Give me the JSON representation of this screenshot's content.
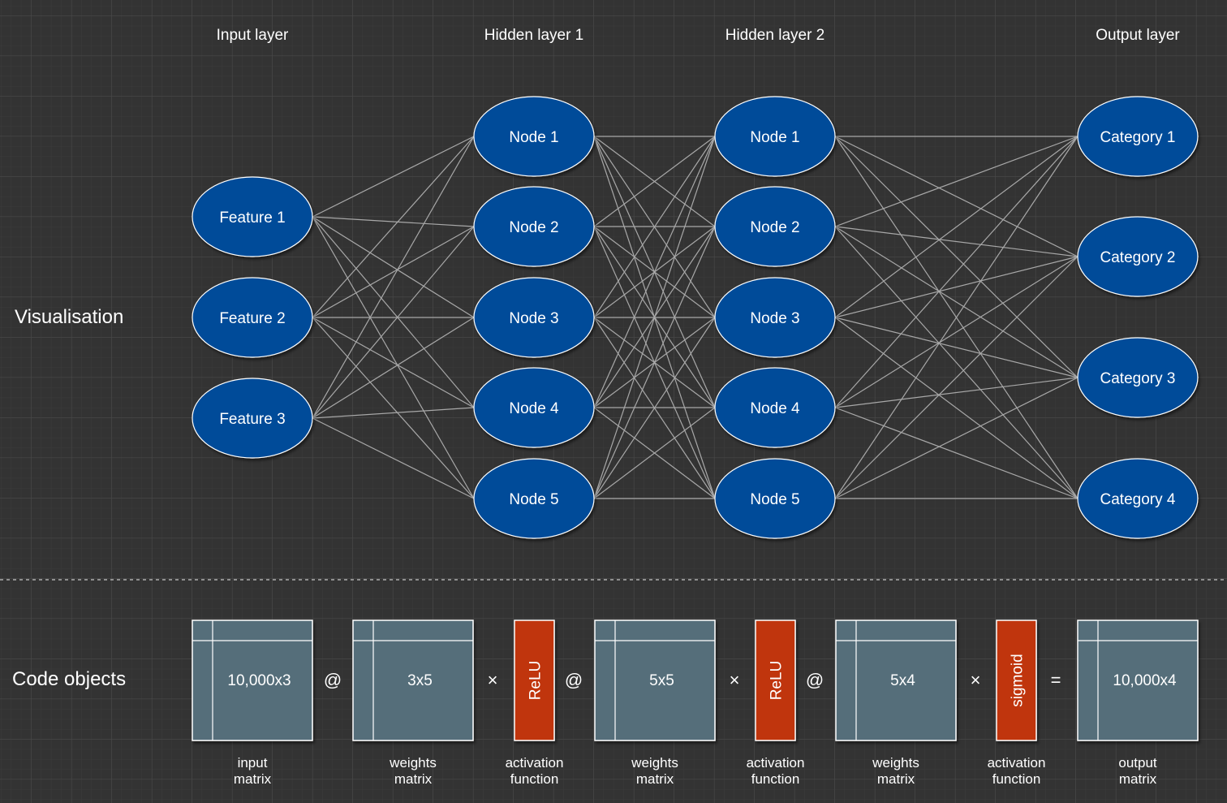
{
  "colors": {
    "background": "#333333",
    "grid_minor": "#3a3a3a",
    "grid_major": "#474747",
    "node_fill": "#004c99",
    "node_stroke": "#ffffff",
    "edge": "#a8a8a8",
    "matrix_fill": "#546e7a",
    "activation_fill": "#c0360c",
    "divider": "#b0b0b0",
    "text": "#ffffff"
  },
  "sections": {
    "visualisation": "Visualisation",
    "code_objects": "Code objects"
  },
  "layers": [
    {
      "title": "Input layer",
      "nodes": [
        "Feature 1",
        "Feature 2",
        "Feature 3"
      ]
    },
    {
      "title": "Hidden layer 1",
      "nodes": [
        "Node 1",
        "Node 2",
        "Node 3",
        "Node 4",
        "Node 5"
      ]
    },
    {
      "title": "Hidden layer 2",
      "nodes": [
        "Node 1",
        "Node 2",
        "Node 3",
        "Node 4",
        "Node 5"
      ]
    },
    {
      "title": "Output layer",
      "nodes": [
        "Category 1",
        "Category 2",
        "Category 3",
        "Category 4"
      ]
    }
  ],
  "code_objects": [
    {
      "kind": "matrix",
      "label": "10,000x3",
      "caption": "input\nmatrix"
    },
    {
      "kind": "operator",
      "symbol": "@"
    },
    {
      "kind": "matrix",
      "label": "3x5",
      "caption": "weights\nmatrix"
    },
    {
      "kind": "operator",
      "symbol": "×"
    },
    {
      "kind": "activation",
      "label": "ReLU",
      "caption": "activation\nfunction"
    },
    {
      "kind": "operator",
      "symbol": "@"
    },
    {
      "kind": "matrix",
      "label": "5x5",
      "caption": "weights\nmatrix"
    },
    {
      "kind": "operator",
      "symbol": "×"
    },
    {
      "kind": "activation",
      "label": "ReLU",
      "caption": "activation\nfunction"
    },
    {
      "kind": "operator",
      "symbol": "@"
    },
    {
      "kind": "matrix",
      "label": "5x4",
      "caption": "weights\nmatrix"
    },
    {
      "kind": "operator",
      "symbol": "×"
    },
    {
      "kind": "activation",
      "label": "sigmoid",
      "caption": "activation\nfunction"
    },
    {
      "kind": "operator",
      "symbol": "="
    },
    {
      "kind": "matrix",
      "label": "10,000x4",
      "caption": "output\nmatrix"
    }
  ]
}
